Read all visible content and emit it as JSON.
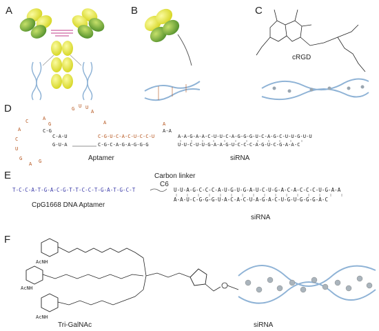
{
  "panels": {
    "a": "A",
    "b": "B",
    "c": "C",
    "d": "D",
    "e": "E",
    "f": "F"
  },
  "labels": {
    "crgd": "cRGD",
    "aptamer": "Aptamer",
    "sirna_d": "siRNA",
    "carbon_linker": "Carbon linker",
    "c6": "C6",
    "cpg_aptamer": "CpG1668 DNA Aptamer",
    "sirna_e": "siRNA",
    "tri_galnac": "Tri-GalNAc",
    "sirna_f": "siRNA",
    "acnh": "AcNH"
  },
  "sequences": {
    "d_top": "A-A-G-A-A-C-U-U-C-A-G-G-G-U-C-A-G-C-U-U-G-U-U",
    "d_bottom": "U-U-C-U-U-G-A-A-G-U-C-C-C-A-G-U-C-G-A-A-C",
    "d_stem_top": "C-G-U-C-A-C-U-C-C-U",
    "d_stem_bottom": "C-G-C-A-G-A-G-G-G",
    "e_dna": "T-C-C-A-T-G-A-C-G-T-T-C-C-T-G-A-T-G-C-T",
    "e_top": "U-U-A-G-C-C-C-A-U-G-U-G-A-U-C-U-G-A-C-A-C-C-C-U-G-A-A",
    "e_bottom": "A-A-U-C-G-G-G-U-A-C-A-C-U-A-G-A-C-U-G-U-G-G-G-A-C"
  },
  "colors": {
    "antibody_yellow": "#e8e84a",
    "antibody_green": "#6aaa3a",
    "rna_red": "#b5541c",
    "dna_blue": "#3a3aa8",
    "helix_blue": "#8fb3d6"
  }
}
